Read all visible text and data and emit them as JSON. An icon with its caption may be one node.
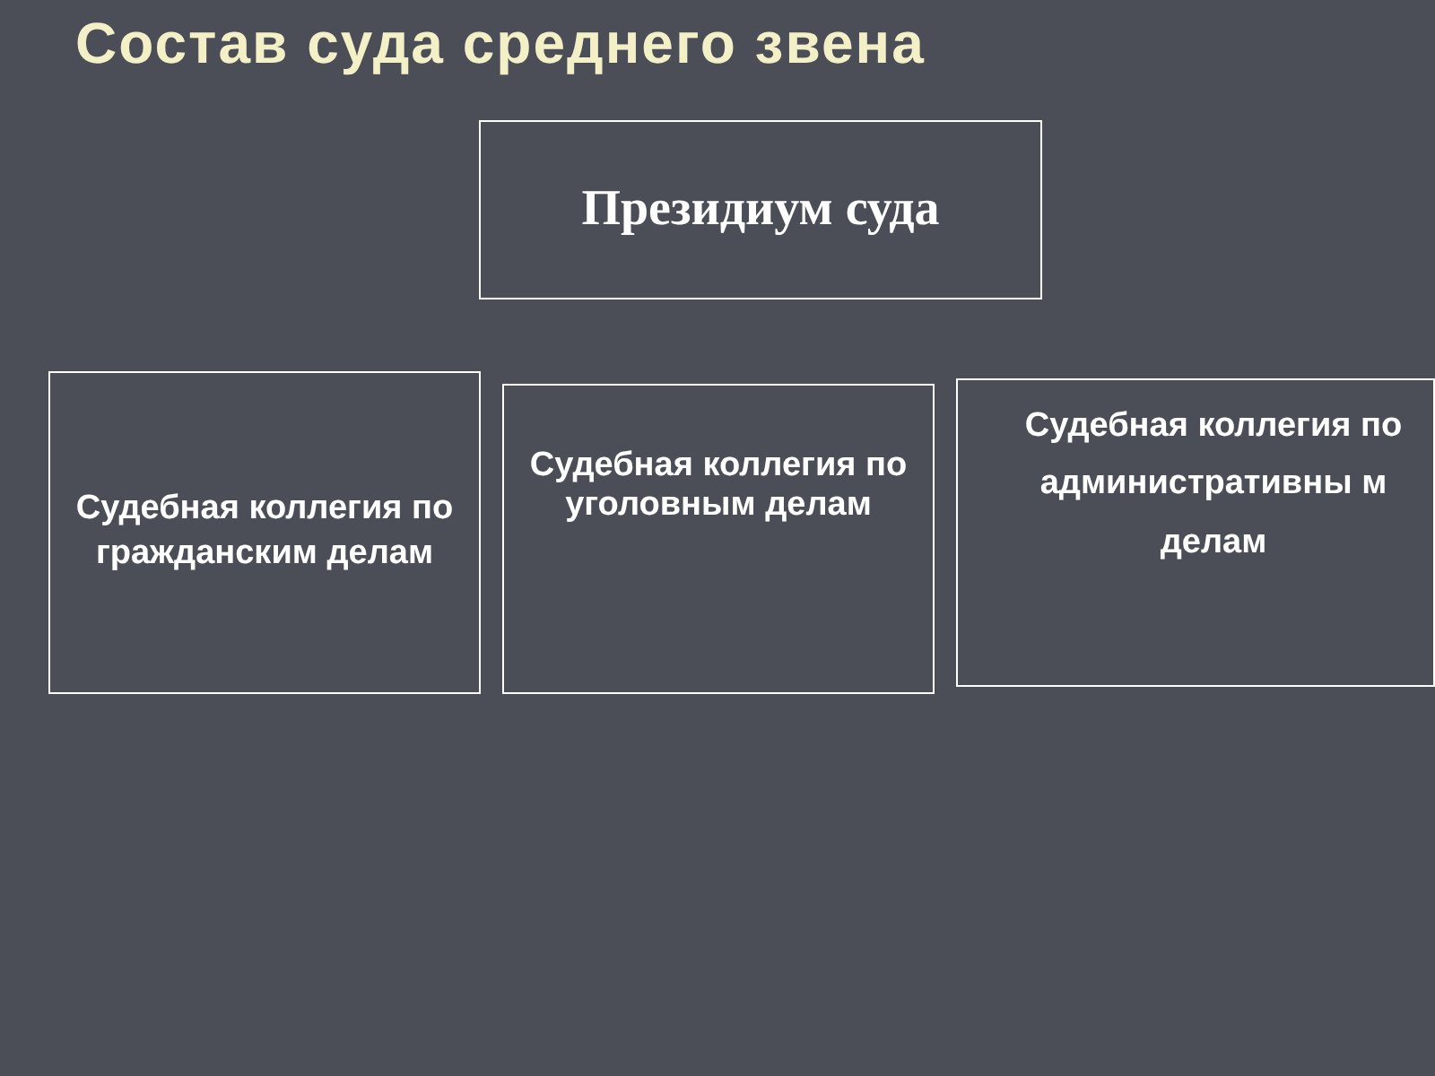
{
  "diagram": {
    "title": "Состав суда среднего звена",
    "nodes": [
      {
        "text": [
          "Президиум суда"
        ]
      },
      {
        "text": [
          "Судебная коллегия по гражданским делам"
        ]
      },
      {
        "text": [
          "Судебная коллегия по уголовным делам"
        ]
      },
      {
        "text": [
          "Судебная коллегия по административны м делам"
        ]
      }
    ]
  }
}
